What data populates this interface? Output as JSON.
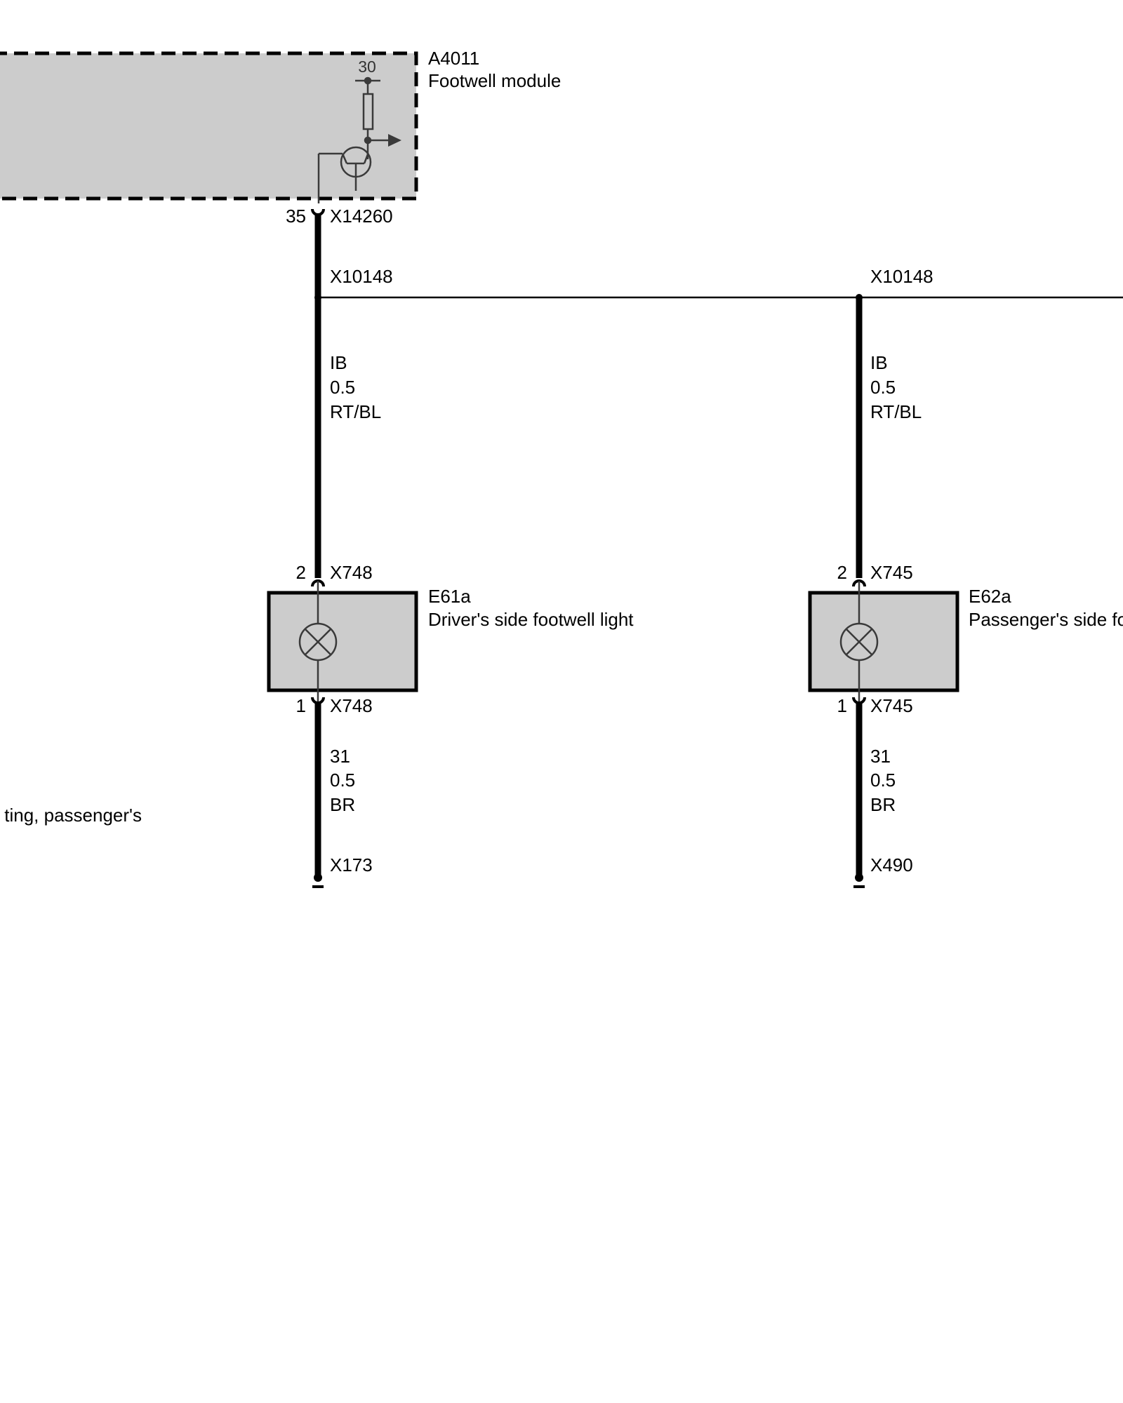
{
  "module": {
    "id": "A4011",
    "name": "Footwell module",
    "supply_terminal": "30",
    "pin": "35",
    "connector": "X14260"
  },
  "splice": {
    "left": "X10148",
    "right": "X10148"
  },
  "left_circuit": {
    "wire_top": {
      "signal": "IB",
      "size": "0.5",
      "color": "RT/BL"
    },
    "lamp": {
      "id": "E61a",
      "name": "Driver's side footwell light",
      "pin_top": "2",
      "conn_top": "X748",
      "pin_bottom": "1",
      "conn_bottom": "X748"
    },
    "wire_bottom": {
      "signal": "31",
      "size": "0.5",
      "color": "BR"
    },
    "ground": "X173"
  },
  "right_circuit": {
    "wire_top": {
      "signal": "IB",
      "size": "0.5",
      "color": "RT/BL"
    },
    "lamp": {
      "id": "E62a",
      "name": "Passenger's side footwell light",
      "pin_top": "2",
      "conn_top": "X745",
      "pin_bottom": "1",
      "conn_bottom": "X745"
    },
    "wire_bottom": {
      "signal": "31",
      "size": "0.5",
      "color": "BR"
    },
    "ground": "X490"
  },
  "offpage_label": "ting, passenger's",
  "colors": {
    "component_fill": "#cccccc",
    "wire": "#000000",
    "internal": "#3a3a3a"
  }
}
